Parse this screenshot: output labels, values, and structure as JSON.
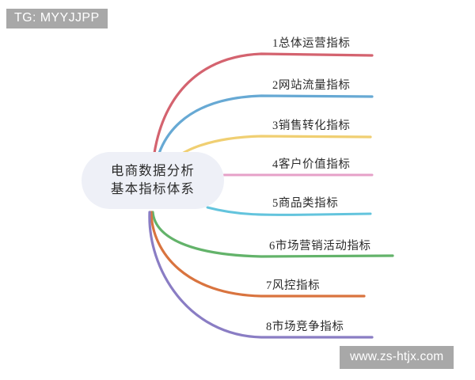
{
  "diagram": {
    "type": "mind-map",
    "title": "电商数据分析基本指标体系",
    "center": {
      "line1": "电商数据分析",
      "line2": "基本指标体系",
      "fill_color": "#eef0f7"
    },
    "branches": [
      {
        "number": "1",
        "label": "1总体运营指标",
        "color": "#d4636f",
        "underline_color": "#e8a0aa"
      },
      {
        "number": "2",
        "label": "2网站流量指标",
        "color": "#67a9d4",
        "underline_color": "#a9cfe6"
      },
      {
        "number": "3",
        "label": "3销售转化指标",
        "color": "#f0cf72",
        "underline_color": "#f3dea2"
      },
      {
        "number": "4",
        "label": "4客户价值指标",
        "color": "#e6a0c8",
        "underline_color": "#eebcd6"
      },
      {
        "number": "5",
        "label": "5商品类指标",
        "color": "#63c4dd",
        "underline_color": "#a6d9e7"
      },
      {
        "number": "6",
        "label": "6市场营销活动指标",
        "color": "#63b36a",
        "underline_color": "#a5d3a6"
      },
      {
        "number": "7",
        "label": "7风控指标",
        "color": "#d9743f",
        "underline_color": "#e0a884"
      },
      {
        "number": "8",
        "label": "8市场竞争指标",
        "color": "#8a7dc4",
        "underline_color": "#aba3d2"
      }
    ]
  },
  "watermarks": {
    "top": "TG: MYYJJPP",
    "bottom": "www.zs-htjx.com"
  }
}
